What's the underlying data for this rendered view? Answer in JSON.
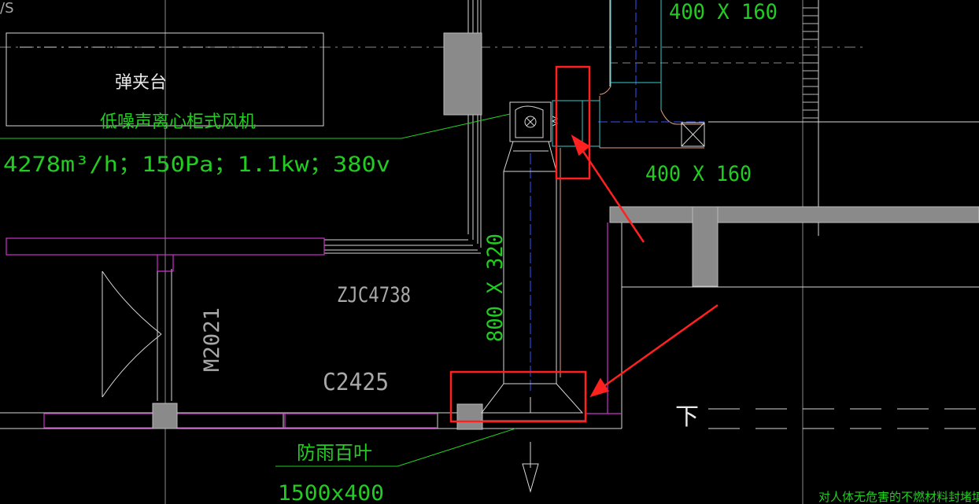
{
  "colors": {
    "background": "#000000",
    "line_white": "#d8d8d8",
    "line_grey": "#9a9a9a",
    "wall_fill": "#8a8a8a",
    "text_green": "#22cc22",
    "text_grey": "#a8a8a8",
    "magenta": "#cc33cc",
    "duct_cyan": "#33cccc",
    "duct_blue": "#3355ff",
    "duct_orange": "#e0a080",
    "highlight_red": "#ff2020"
  },
  "labels": {
    "corner": "/S",
    "spring_table": "弹夹台",
    "fan_name": "低噪声离心柜式风机",
    "fan_spec": "4278m³/h；150Pa；1.1kw；380v",
    "duct_top": "400 X 160",
    "duct_mid": "400 X 160",
    "duct_vertical": "800 X 320",
    "window_code": "ZJC4738",
    "door_code": "M2021",
    "window_code_2": "C2425",
    "louver_name": "防雨百叶",
    "louver_size": "1500x400",
    "stair_down": "下",
    "note_bottom": "对人体无危害的不燃材料封堵填实"
  },
  "icons": {
    "fan": "centrifugal-fan-icon",
    "damper": "fire-damper-icon",
    "arrow_up": "red-arrow-up-icon",
    "arrow_down": "red-arrow-down-icon",
    "section_arrow": "section-arrow-down-icon"
  }
}
